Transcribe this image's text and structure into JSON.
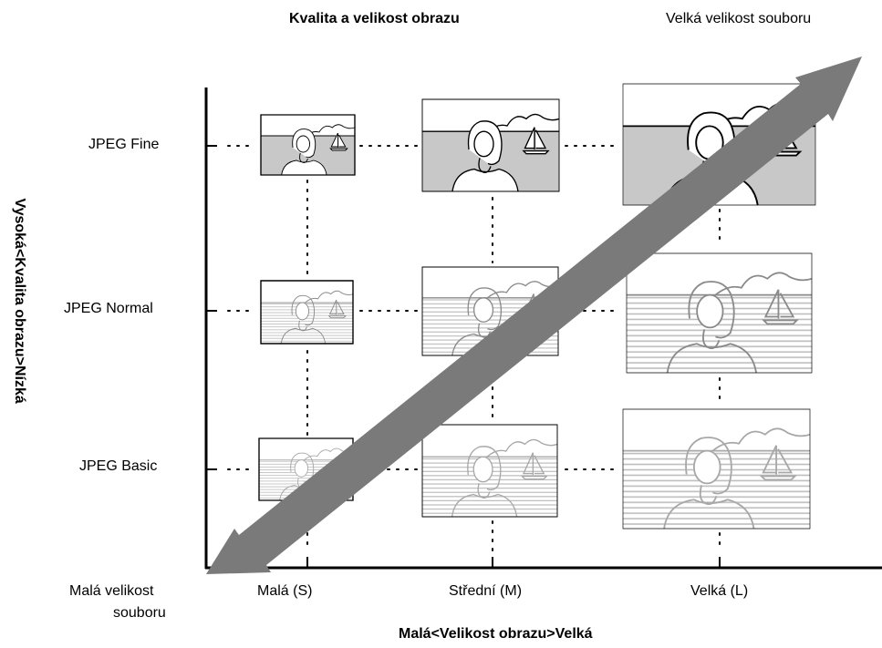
{
  "title": "Kvalita a velikost obrazu",
  "arrow_top_label": "Velká velikost souboru",
  "arrow_bottom_label_line1": "Malá velikost",
  "arrow_bottom_label_line2": "souboru",
  "y_axis_title": "Vysoká<Kvalita obrazu>Nízká",
  "x_axis_title": "Malá<Velikost obrazu>Velká",
  "rows": [
    {
      "label": "JPEG Fine"
    },
    {
      "label": "JPEG Normal"
    },
    {
      "label": "JPEG Basic"
    }
  ],
  "columns": [
    {
      "label": "Malá (S)"
    },
    {
      "label": "Střední (M)"
    },
    {
      "label": "Velká (L)"
    }
  ]
}
